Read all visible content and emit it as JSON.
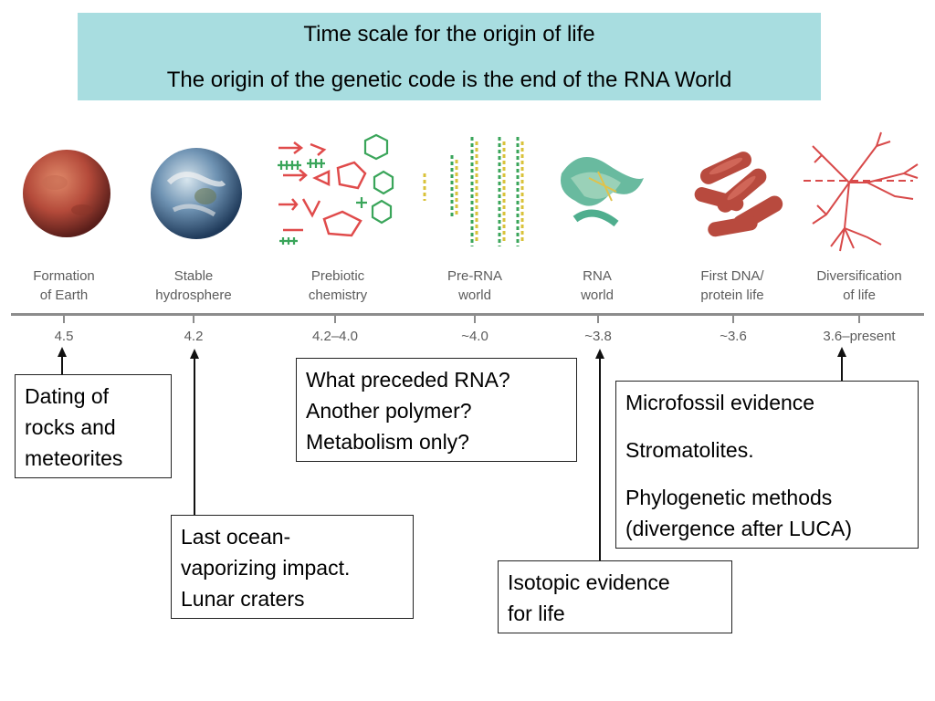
{
  "title": {
    "line1": "Time scale for the origin of life",
    "line2": "The origin of the genetic code is the end of the RNA World"
  },
  "stages": [
    {
      "label_1": "Formation",
      "label_2": "of Earth",
      "age": "4.5"
    },
    {
      "label_1": "Stable",
      "label_2": "hydrosphere",
      "age": "4.2"
    },
    {
      "label_1": "Prebiotic",
      "label_2": "chemistry",
      "age": "4.2–4.0"
    },
    {
      "label_1": "Pre-RNA",
      "label_2": "world",
      "age": "~4.0"
    },
    {
      "label_1": "RNA",
      "label_2": "world",
      "age": "~3.8"
    },
    {
      "label_1": "First DNA/",
      "label_2": "protein life",
      "age": "~3.6"
    },
    {
      "label_1": "Diversification",
      "label_2": "of life",
      "age": "3.6–present"
    }
  ],
  "notes": {
    "dating": {
      "line1": "Dating of",
      "line2": "rocks and",
      "line3": "meteorites"
    },
    "impact": {
      "line1": "Last ocean-",
      "line2": "vaporizing impact.",
      "line3": "Lunar craters"
    },
    "preceded": {
      "line1": "What preceded RNA?",
      "line2": "Another polymer?",
      "line3": "Metabolism only?"
    },
    "isotopic": {
      "line1": "Isotopic evidence",
      "line2": "for life"
    },
    "microfossil": {
      "line1": "Microfossil evidence",
      "line2": "Stromatolites.",
      "line3": "Phylogenetic methods",
      "line4": "(divergence after LUCA)"
    }
  },
  "colors": {
    "title_bg": "#a8dde0",
    "timeline": "#8c8c8c",
    "stage_text": "#5c5c5c"
  },
  "illustrations": [
    "earth-early-icon",
    "earth-blue-icon",
    "prebiotic-molecules-icon",
    "pre-rna-strands-icon",
    "rna-ribbon-icon",
    "bacteria-cells-icon",
    "phylogenetic-tree-icon"
  ]
}
